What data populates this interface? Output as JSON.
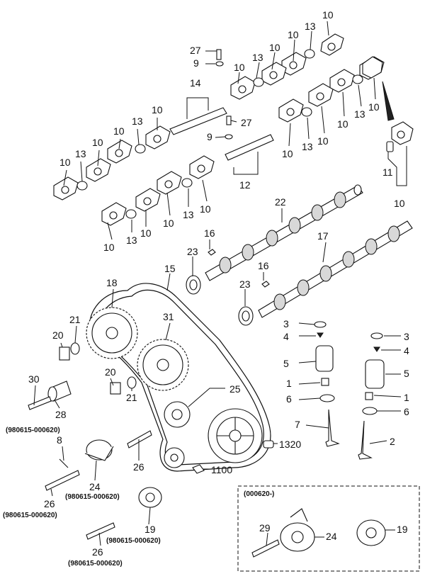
{
  "labels": {
    "n1": "1",
    "n2": "2",
    "n3": "3",
    "n4": "4",
    "n5": "5",
    "n6": "6",
    "n7": "7",
    "n8": "8",
    "n9": "9",
    "n10": "10",
    "n11": "11",
    "n12": "12",
    "n13": "13",
    "n14": "14",
    "n15": "15",
    "n16": "16",
    "n17": "17",
    "n18": "18",
    "n19": "19",
    "n20": "20",
    "n21": "21",
    "n22": "22",
    "n23": "23",
    "n24": "24",
    "n25": "25",
    "n26": "26",
    "n27": "27",
    "n28": "28",
    "n29": "29",
    "n30": "30",
    "n31": "31",
    "n1100": "1100",
    "n1320": "1320"
  },
  "date_ranges": {
    "range_980615_000620": "(980615-000620)",
    "range_000620": "(000620-)"
  }
}
